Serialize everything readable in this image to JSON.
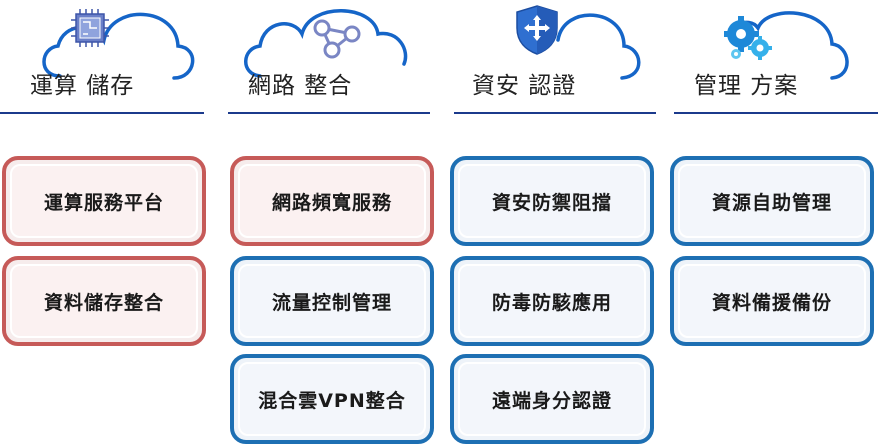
{
  "categories": [
    {
      "title": "運算 儲存",
      "icon": "chip-icon"
    },
    {
      "title": "網路 整合",
      "icon": "network-share-icon"
    },
    {
      "title": "資安 認證",
      "icon": "shield-icon"
    },
    {
      "title": "管理 方案",
      "icon": "gears-icon"
    }
  ],
  "cards": {
    "compute": [
      "運算服務平台",
      "資料儲存整合"
    ],
    "network": [
      "網路頻寬服務",
      "流量控制管理",
      "混合雲VPN整合"
    ],
    "security": [
      "資安防禦阻擋",
      "防毒防駭應用",
      "遠端身分認證"
    ],
    "management": [
      "資源自助管理",
      "資料備援備份"
    ]
  },
  "colors": {
    "cloud_outline": "#1565c8",
    "header_line": "#1b3a8c",
    "red_border": "#c65a58",
    "blue_border": "#1d6fb3"
  }
}
